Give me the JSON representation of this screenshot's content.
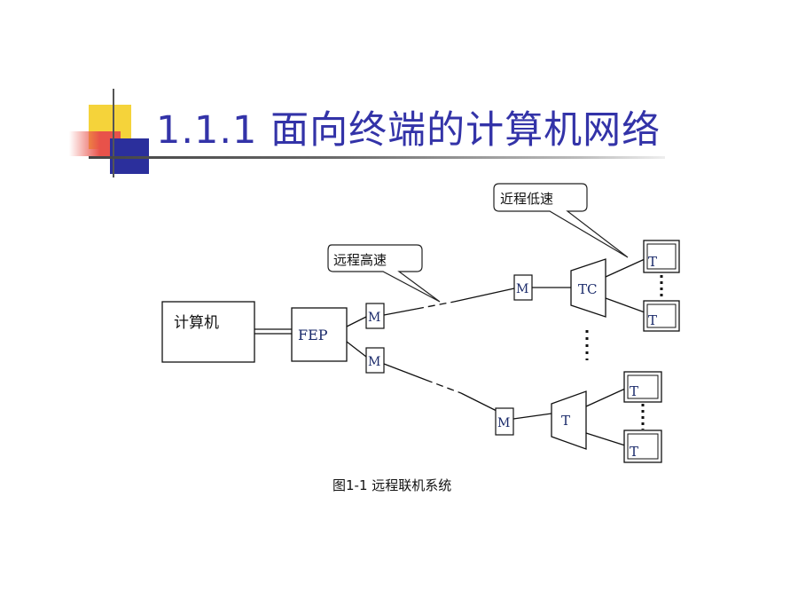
{
  "slide": {
    "title": "1.1.1  面向终端的计算机网络",
    "colors": {
      "title": "#3333a8",
      "deco_yellow": "#f5d33a",
      "deco_red": "#e8524a",
      "deco_blue": "#2b2f9c"
    }
  },
  "diagram": {
    "computer_label": "计算机",
    "fep_label": "FEP",
    "modem_label": "M",
    "tc_label": "TC",
    "t_label": "T",
    "high_speed_callout": "远程高速",
    "low_speed_callout": "近程低速",
    "caption": "图1-1 远程联机系统"
  }
}
